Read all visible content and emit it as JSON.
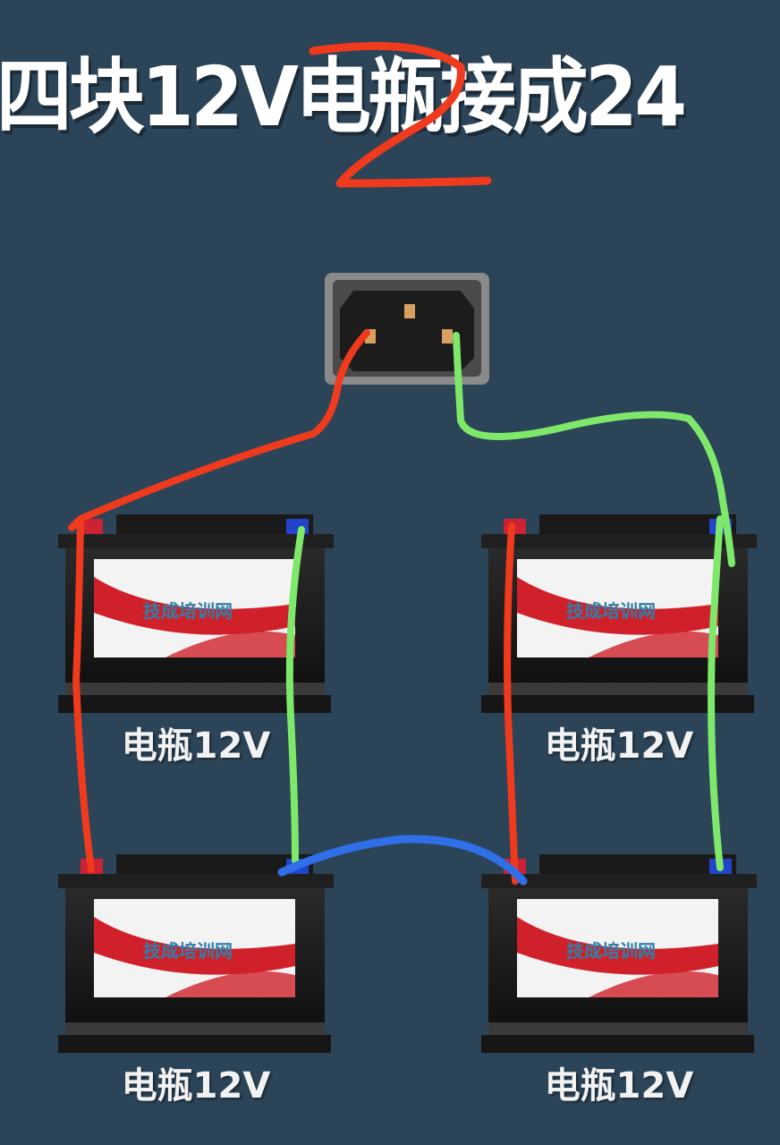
{
  "title": "四块12V电瓶接成24",
  "handwritten_annotation": "2",
  "batteries": [
    {
      "label": "电瓶12V",
      "brand": "技成培训网"
    },
    {
      "label": "电瓶12V",
      "brand": "技成培训网"
    },
    {
      "label": "电瓶12V",
      "brand": "技成培训网"
    },
    {
      "label": "电瓶12V",
      "brand": "技成培训网"
    }
  ],
  "wire_colors": {
    "positive": "#f03a1e",
    "negative": "#7ee86a",
    "series_link": "#2f6fe8"
  }
}
